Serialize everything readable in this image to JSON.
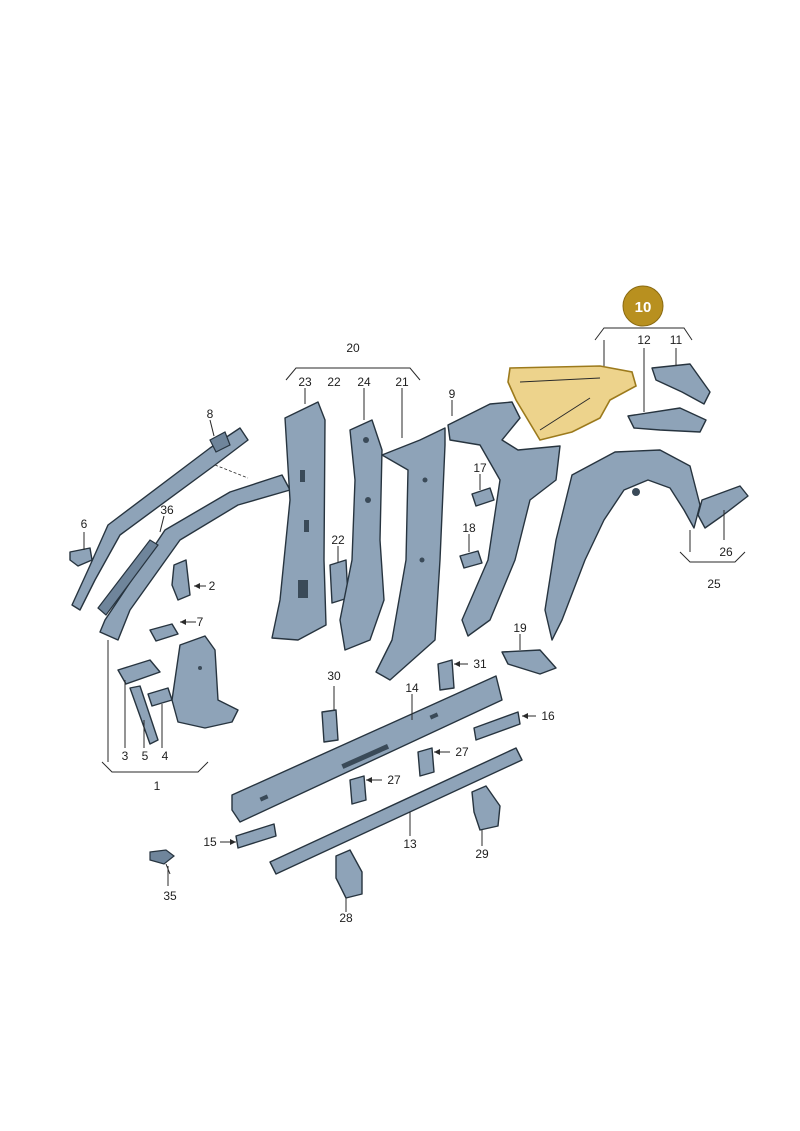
{
  "highlight": {
    "number": "10",
    "color": "#b8901f"
  },
  "labels": {
    "l1": "1",
    "l2": "2",
    "l3": "3",
    "l4": "4",
    "l5": "5",
    "l6": "6",
    "l7": "7",
    "l8": "8",
    "l9": "9",
    "l11": "11",
    "l12": "12",
    "l13": "13",
    "l14": "14",
    "l15": "15",
    "l16": "16",
    "l17": "17",
    "l18": "18",
    "l19": "19",
    "l20": "20",
    "l21": "21",
    "l22a": "22",
    "l22b": "22",
    "l23": "23",
    "l24": "24",
    "l25": "25",
    "l26": "26",
    "l27a": "27",
    "l27b": "27",
    "l28": "28",
    "l29": "29",
    "l30": "30",
    "l31": "31",
    "l35": "35",
    "l36": "36"
  },
  "colors": {
    "part": "#8ea3b8",
    "outline": "#27343f",
    "highlight_fill": "#e8c86f"
  }
}
